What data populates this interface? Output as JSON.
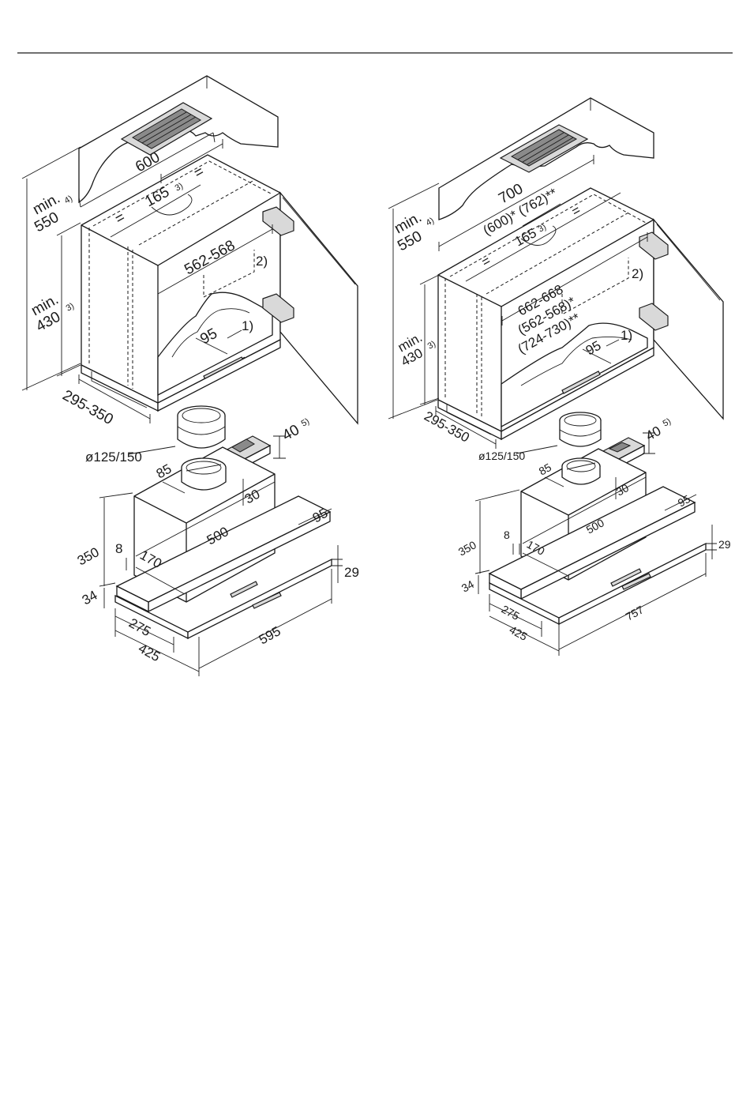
{
  "left_diagram": {
    "cabinet": {
      "width": "600",
      "height_min_prefix": "min.",
      "height_min_value": "550",
      "height_min_note": "4)",
      "inner_min_prefix": "min.",
      "inner_min_value": "430",
      "inner_min_note": "3)",
      "depth": "295-350",
      "offset_value": "165",
      "offset_note": "3)",
      "equal_a": "=",
      "equal_b": "=",
      "equal_c": "=",
      "cutout": "562-568",
      "note_2": "2)",
      "cut_depth": "95",
      "note_1": "1)"
    },
    "hood": {
      "flange_diameter": "ø125/150",
      "rail_height_value": "40",
      "rail_height_note": "5)",
      "collar_offset": "85",
      "collar_height": "30",
      "chimney_width": "500",
      "overall_height": "350",
      "gap": "8",
      "chimney_depth": "170",
      "panel_depth": "95",
      "panel_thickness": "29",
      "base_thickness": "34",
      "base_depth_a": "275",
      "base_depth_b": "425",
      "width": "595"
    }
  },
  "right_diagram": {
    "cabinet": {
      "width_main": "700",
      "width_alt": "(600)* (762)**",
      "height_min_prefix": "min.",
      "height_min_value": "550",
      "height_min_note": "4)",
      "inner_min_prefix": "min.",
      "inner_min_value": "430",
      "inner_min_note": "3)",
      "depth": "295-350",
      "offset_value": "165",
      "offset_note": "3)",
      "equal_a": "=",
      "equal_b": "=",
      "cutout_main": "662-668",
      "cutout_alt_1": "(562-568)*",
      "cutout_alt_2": "(724-730)**",
      "note_2": "2)",
      "cut_depth": "95",
      "note_1": "1)"
    },
    "hood": {
      "flange_diameter": "ø125/150",
      "rail_height_value": "40",
      "rail_height_note": "5)",
      "collar_offset": "85",
      "collar_height": "30",
      "chimney_width": "500",
      "overall_height": "350",
      "gap": "8",
      "chimney_depth": "170",
      "panel_depth": "95",
      "panel_thickness": "29",
      "base_thickness": "34",
      "base_depth_a": "275",
      "base_depth_b": "425",
      "width": "757"
    }
  }
}
